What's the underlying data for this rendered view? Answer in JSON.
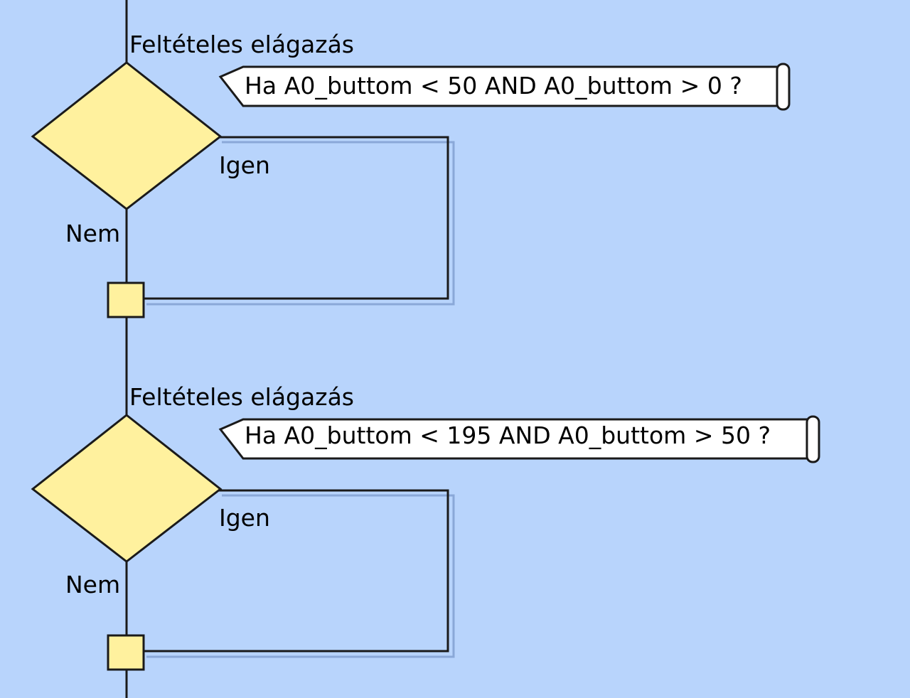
{
  "colors": {
    "background": "#b8d4fc",
    "shape_fill": "#fff19e",
    "line": "#1a1a1a",
    "shadow": "#8aa8d8",
    "comment_fill": "#ffffff"
  },
  "branches": [
    {
      "title": "Feltételes elágazás",
      "condition": "Ha A0_buttom < 50 AND A0_buttom > 0 ?",
      "yes_label": "Igen",
      "no_label": "Nem"
    },
    {
      "title": "Feltételes elágazás",
      "condition": "Ha A0_buttom < 195 AND A0_buttom > 50 ?",
      "yes_label": "Igen",
      "no_label": "Nem"
    }
  ]
}
